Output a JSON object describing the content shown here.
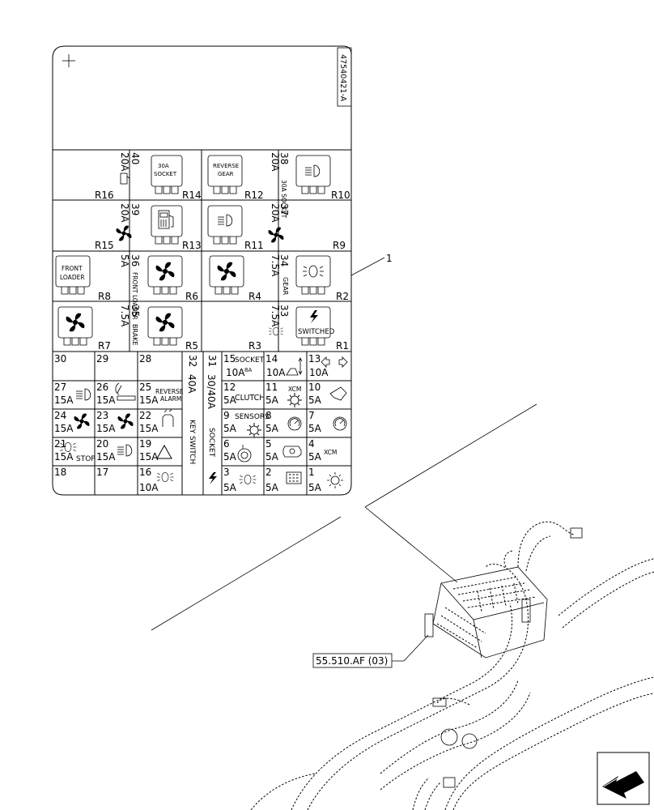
{
  "drawing_id": "47540421-A",
  "callouts": {
    "item": "1",
    "reference": "55.510.AF (03)"
  },
  "relays": [
    {
      "id": "R16",
      "label": "",
      "kind": "none"
    },
    {
      "id": "R14",
      "label": "30A SOCKET",
      "kind": "text"
    },
    {
      "id": "R12",
      "label": "REVERSE GEAR",
      "kind": "text"
    },
    {
      "id": "R10",
      "label": "",
      "kind": "headlight"
    },
    {
      "id": "R15",
      "label": "",
      "kind": "none"
    },
    {
      "id": "R13",
      "label": "",
      "kind": "fuel"
    },
    {
      "id": "R11",
      "label": "",
      "kind": "headlight"
    },
    {
      "id": "R9",
      "label": "",
      "kind": "none"
    },
    {
      "id": "R8",
      "label": "FRONT LOADER",
      "kind": "text"
    },
    {
      "id": "R6",
      "label": "",
      "kind": "fan"
    },
    {
      "id": "R4",
      "label": "",
      "kind": "fan"
    },
    {
      "id": "R2",
      "label": "",
      "kind": "beacon"
    },
    {
      "id": "R7",
      "label": "",
      "kind": "fan"
    },
    {
      "id": "R5",
      "label": "",
      "kind": "fan"
    },
    {
      "id": "R3",
      "label": "",
      "kind": "none"
    },
    {
      "id": "R1",
      "label": "SWITCHED",
      "kind": "bolt"
    }
  ],
  "vertical_fuses": [
    {
      "num": "40",
      "amp": "20A",
      "note": ""
    },
    {
      "num": "38",
      "amp": "20A",
      "note": "30A SOCKET"
    },
    {
      "num": "39",
      "amp": "20A",
      "note": ""
    },
    {
      "num": "37",
      "amp": "20A",
      "note": ""
    },
    {
      "num": "36",
      "amp": "5A",
      "note": "FRONT LOADER"
    },
    {
      "num": "34",
      "amp": "7.5A",
      "note": "GEAR"
    },
    {
      "num": "35",
      "amp": "7.5A",
      "note": "BRAKE"
    },
    {
      "num": "33",
      "amp": "7.5A",
      "note": ""
    }
  ],
  "fuses": [
    {
      "num": "30",
      "amp": "",
      "note": ""
    },
    {
      "num": "29",
      "amp": "",
      "note": ""
    },
    {
      "num": "28",
      "amp": "",
      "note": ""
    },
    {
      "num": "15",
      "amp": "10A",
      "note": "SOCKET",
      "extra": "8A"
    },
    {
      "num": "14",
      "amp": "10A",
      "note": ""
    },
    {
      "num": "13",
      "amp": "10A",
      "note": ""
    },
    {
      "num": "27",
      "amp": "15A",
      "note": ""
    },
    {
      "num": "26",
      "amp": "15A",
      "note": ""
    },
    {
      "num": "25",
      "amp": "15A",
      "note": "REVERSE ALARM"
    },
    {
      "num": "12",
      "amp": "5A",
      "note": "CLUTCH"
    },
    {
      "num": "11",
      "amp": "5A",
      "note": "XCM"
    },
    {
      "num": "10",
      "amp": "5A",
      "note": ""
    },
    {
      "num": "24",
      "amp": "15A",
      "note": ""
    },
    {
      "num": "23",
      "amp": "15A",
      "note": ""
    },
    {
      "num": "22",
      "amp": "15A",
      "note": ""
    },
    {
      "num": "9",
      "amp": "5A",
      "note": "SENSORS"
    },
    {
      "num": "8",
      "amp": "5A",
      "note": ""
    },
    {
      "num": "7",
      "amp": "5A",
      "note": ""
    },
    {
      "num": "21",
      "amp": "15A",
      "note": "STOP"
    },
    {
      "num": "20",
      "amp": "15A",
      "note": ""
    },
    {
      "num": "19",
      "amp": "15A",
      "note": ""
    },
    {
      "num": "6",
      "amp": "5A",
      "note": ""
    },
    {
      "num": "5",
      "amp": "5A",
      "note": ""
    },
    {
      "num": "4",
      "amp": "5A",
      "note": "XCM"
    },
    {
      "num": "18",
      "amp": "",
      "note": ""
    },
    {
      "num": "17",
      "amp": "",
      "note": ""
    },
    {
      "num": "16",
      "amp": "10A",
      "note": ""
    },
    {
      "num": "3",
      "amp": "5A",
      "note": ""
    },
    {
      "num": "2",
      "amp": "5A",
      "note": ""
    },
    {
      "num": "1",
      "amp": "5A",
      "note": ""
    }
  ],
  "big_fuses": [
    {
      "num": "32",
      "amp": "40A",
      "note": "KEY SWITCH"
    },
    {
      "num": "31",
      "amp": "30/40A",
      "note": "SOCKET"
    }
  ],
  "colors": {
    "line": "#000000",
    "background": "#ffffff"
  },
  "icons": [
    "fan-icon",
    "headlight-icon",
    "fuel-pump-icon",
    "beacon-icon",
    "bolt-icon",
    "hazard-icon",
    "gauge-icon",
    "engine-icon",
    "arrow-icon"
  ]
}
